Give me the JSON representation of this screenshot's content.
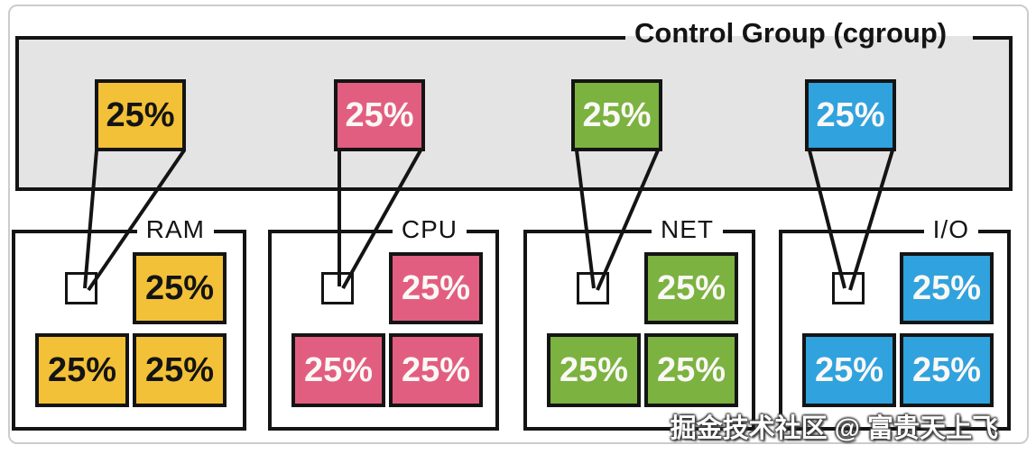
{
  "title": "Control Group (cgroup)",
  "watermark": "掘金技术社区 @ 富贵天上飞",
  "colors": {
    "cgroup_background": "#e4e4e4",
    "border_black": "#141414",
    "ram_yellow": "#f3c137",
    "cpu_pink": "#e25e80",
    "net_green": "#7bb240",
    "io_blue": "#30a2de",
    "dark_text": "#141414",
    "light_text": "#faf8f5"
  },
  "groups": [
    {
      "label": "RAM",
      "color": "#f3c137",
      "text_color": "#141414",
      "cgroup_share": "25%",
      "panel_shares": [
        "25%",
        "25%",
        "25%"
      ]
    },
    {
      "label": "CPU",
      "color": "#e25e80",
      "text_color": "#faf8f5",
      "cgroup_share": "25%",
      "panel_shares": [
        "25%",
        "25%",
        "25%"
      ]
    },
    {
      "label": "NET",
      "color": "#7bb240",
      "text_color": "#faf8f5",
      "cgroup_share": "25%",
      "panel_shares": [
        "25%",
        "25%",
        "25%"
      ]
    },
    {
      "label": "I/O",
      "color": "#30a2de",
      "text_color": "#faf8f5",
      "cgroup_share": "25%",
      "panel_shares": [
        "25%",
        "25%",
        "25%"
      ]
    }
  ]
}
